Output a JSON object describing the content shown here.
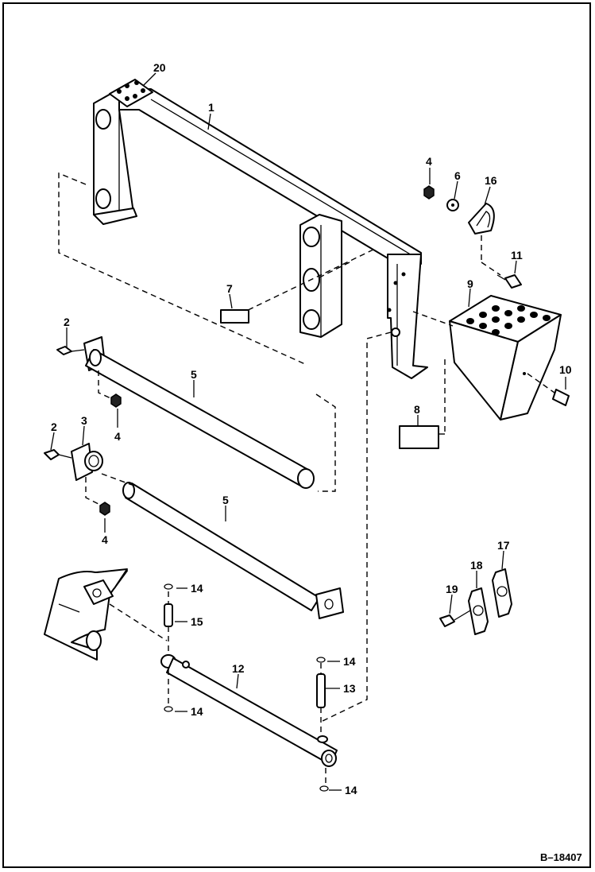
{
  "diagram": {
    "reference_code": "B–18407",
    "callouts": [
      {
        "id": "c20",
        "label": "20"
      },
      {
        "id": "c1",
        "label": "1"
      },
      {
        "id": "c4a",
        "label": "4"
      },
      {
        "id": "c6",
        "label": "6"
      },
      {
        "id": "c16",
        "label": "16"
      },
      {
        "id": "c11",
        "label": "11"
      },
      {
        "id": "c7",
        "label": "7"
      },
      {
        "id": "c9",
        "label": "9"
      },
      {
        "id": "c2a",
        "label": "2"
      },
      {
        "id": "c5",
        "label": "5"
      },
      {
        "id": "c10",
        "label": "10"
      },
      {
        "id": "c4b",
        "label": "4"
      },
      {
        "id": "c8",
        "label": "8"
      },
      {
        "id": "c2b",
        "label": "2"
      },
      {
        "id": "c3",
        "label": "3"
      },
      {
        "id": "c5b",
        "label": "5"
      },
      {
        "id": "c4c",
        "label": "4"
      },
      {
        "id": "c17",
        "label": "17"
      },
      {
        "id": "c18",
        "label": "18"
      },
      {
        "id": "c19",
        "label": "19"
      },
      {
        "id": "c14a",
        "label": "14"
      },
      {
        "id": "c15",
        "label": "15"
      },
      {
        "id": "c12",
        "label": "12"
      },
      {
        "id": "c14b",
        "label": "14"
      },
      {
        "id": "c13",
        "label": "13"
      },
      {
        "id": "c14c",
        "label": "14"
      },
      {
        "id": "c14d",
        "label": "14"
      }
    ]
  }
}
